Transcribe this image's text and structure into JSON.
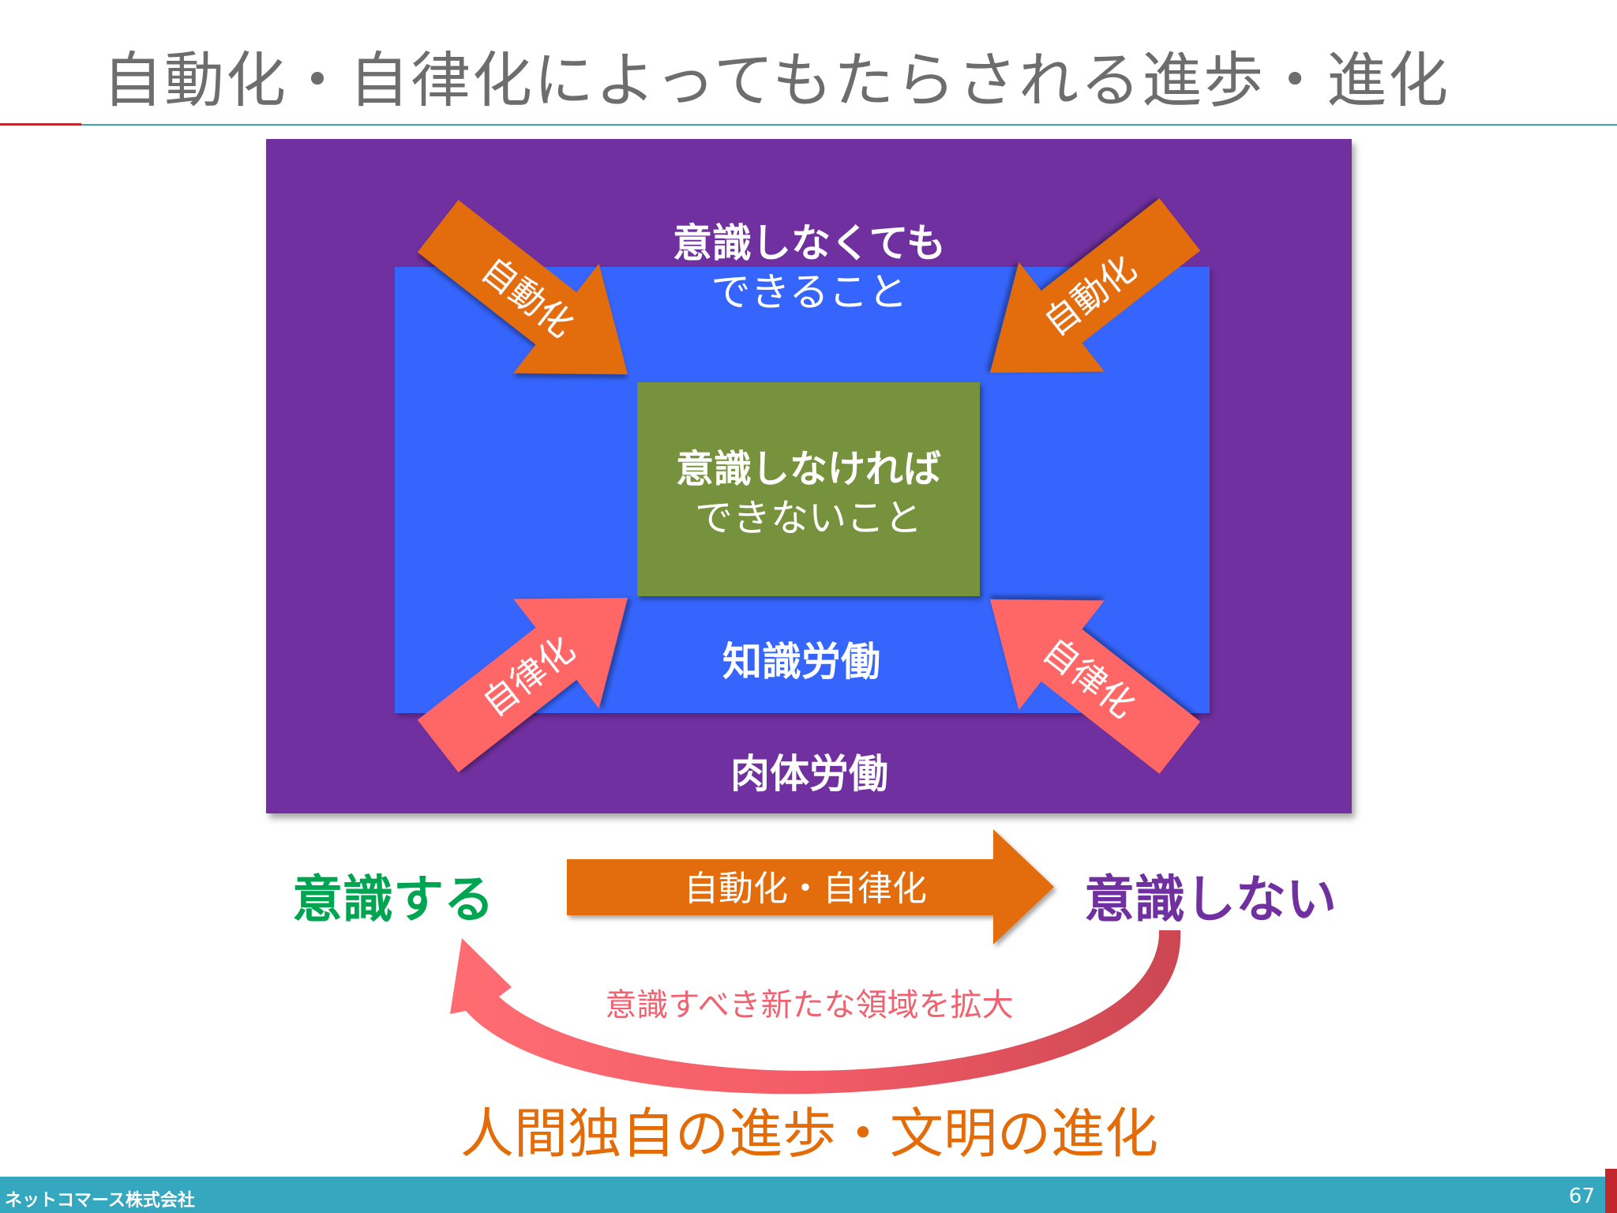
{
  "title": "自動化・自律化によってもたらされる進歩・進化",
  "diagram": {
    "outer_label": "肉体労働",
    "middle_label": "知識労働",
    "outer_zone_line1": "意識しなくても",
    "outer_zone_line2": "できること",
    "inner_line1": "意識しなければ",
    "inner_line2": "できないこと",
    "arrow_top_left": "自動化",
    "arrow_top_right": "自動化",
    "arrow_bottom_left": "自律化",
    "arrow_bottom_right": "自律化"
  },
  "flow": {
    "left": "意識する",
    "right": "意識しない",
    "arrow_label": "自動化・自律化",
    "return_label": "意識すべき新たな領域を拡大",
    "conclusion": "人間独自の進歩・文明の進化"
  },
  "footer": {
    "company": "ネットコマース株式会社",
    "page": "67"
  },
  "colors": {
    "outer": "#70309f",
    "middle": "#3565fc",
    "inner": "#77923c",
    "automation_arrow": "#e36c09",
    "autonomy_arrow": "#ff6666",
    "conscious_text": "#00a551",
    "unconscious_text": "#7030a0",
    "conclusion_text": "#e36c09"
  }
}
